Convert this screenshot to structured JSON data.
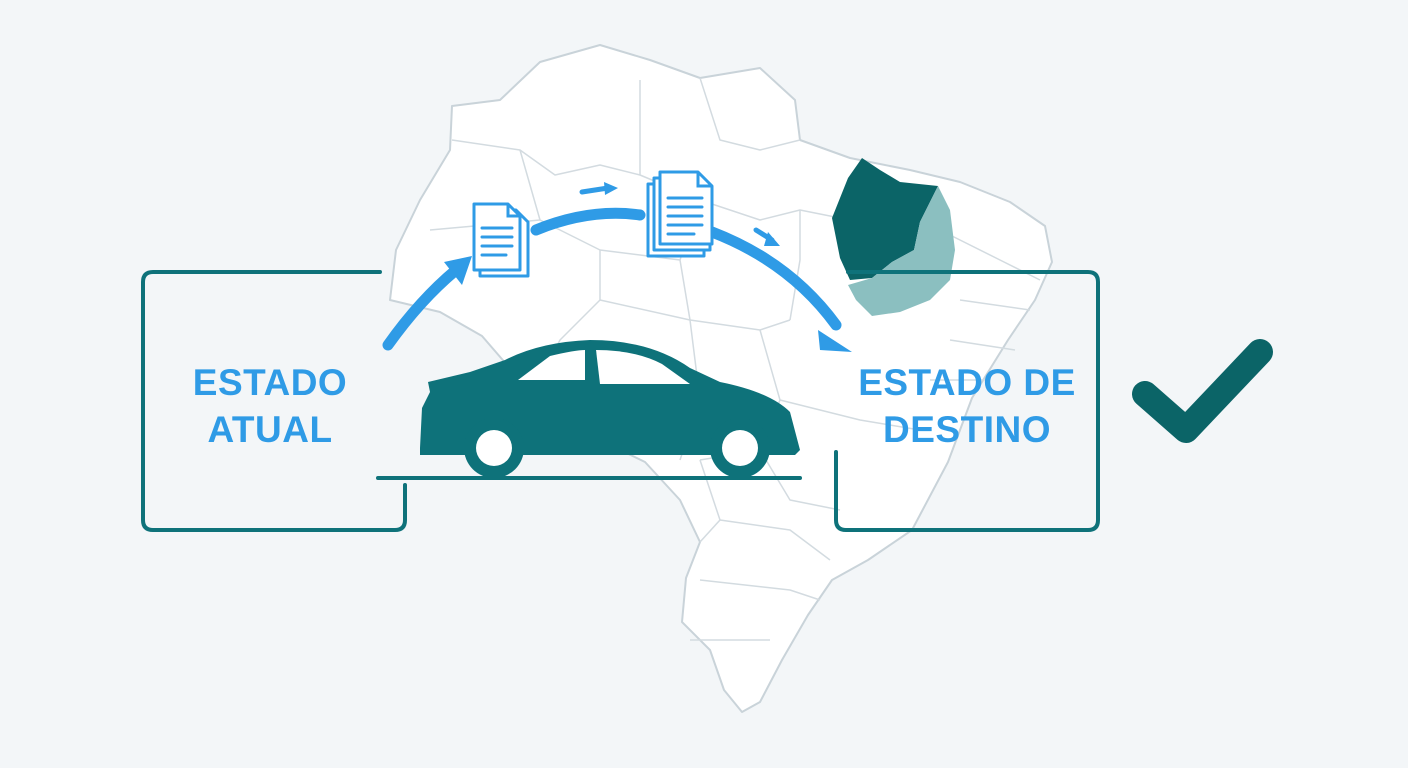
{
  "origin_box": {
    "line1": "ESTADO",
    "line2": "ATUAL"
  },
  "destination_box": {
    "line1": "ESTADO DE",
    "line2": "DESTINO"
  },
  "colors": {
    "background": "#f3f6f8",
    "teal": "#0e727a",
    "teal_dark": "#0b6467",
    "teal_light": "#8bbfc0",
    "blue": "#2f9be6",
    "map_fill": "#ffffff",
    "map_border": "#c9d3d9"
  },
  "icons": [
    "map-of-brazil-icon",
    "document-icon",
    "documents-stack-icon",
    "arrow-icon",
    "car-icon",
    "checkmark-icon"
  ]
}
